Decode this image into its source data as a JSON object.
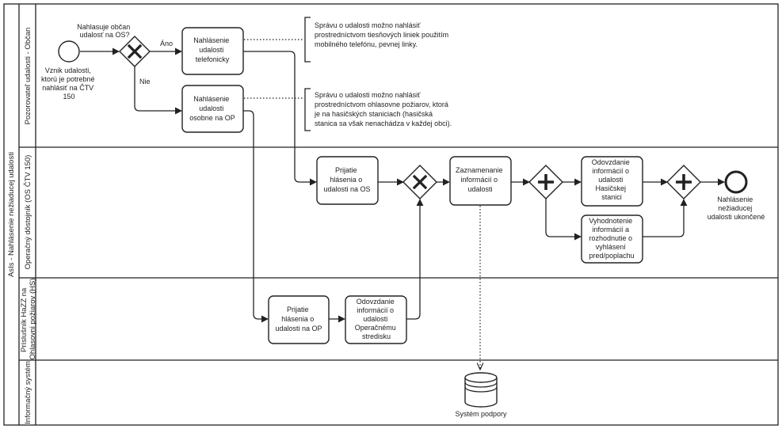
{
  "pool": {
    "label": "AsIs - Nahlásenie nežiaducej udalosti"
  },
  "lanes": [
    {
      "label": "Pozorovateľ udalosti - Občan"
    },
    {
      "label": "Operačný dôstojník (OS ČTV 150)"
    },
    {
      "label": [
        "Príslušník HaZZ na",
        "Ohlasovni požiarov (HS)"
      ]
    },
    {
      "label": "Informačný systém"
    }
  ],
  "events": {
    "start": {
      "label": [
        "Vznik udalosti,",
        "ktorú je potrebné",
        "nahlásiť na ČTV",
        "150"
      ]
    },
    "end": {
      "label": [
        "Nahlásenie",
        "nežiaducej",
        "udalosti ukončené"
      ]
    }
  },
  "gateways": {
    "decision": {
      "question": [
        "Nahlasuje občan",
        "udalosť na OS?"
      ],
      "yes": "Áno",
      "no": "Nie"
    }
  },
  "tasks": {
    "phone": [
      "Nahlásenie",
      "udalosti",
      "telefonicky"
    ],
    "person": [
      "Nahlásenie",
      "udalosti",
      "osobne na OP"
    ],
    "receive_os": [
      "Prijatie",
      "hlásenia o",
      "udalosti na OS"
    ],
    "record": [
      "Zaznamenanie",
      "informácií o",
      "udalosti"
    ],
    "handover_hs": [
      "Odovzdanie",
      "informácií o",
      "udalosti",
      "Hasičskej",
      "stanici"
    ],
    "evaluate": [
      "Vyhodnotenie",
      "informácií a",
      "rozhodnutie o",
      "vyhlásení",
      "pred/poplachu"
    ],
    "receive_op": [
      "Prijatie",
      "hlásenia o",
      "udalosti na OP"
    ],
    "handover_os": [
      "Odovzdanie",
      "informácií o",
      "udalosti",
      "Operačnému",
      "stredisku"
    ]
  },
  "annotations": {
    "phone_note": [
      "Správu o udalosti možno nahlásiť",
      "prostredníctvom tiesňových liniek použitím",
      "mobilného telefónu, pevnej linky."
    ],
    "person_note": [
      "Správu o udalosti možno nahlásiť",
      "prostredníctvom ohlasovne požiarov, ktorá",
      "je na hasičských staniciach (hasičská",
      "stanica sa však nenachádza v každej obci)."
    ]
  },
  "datastore": {
    "label": "Systém podpory"
  },
  "colors": {
    "stroke": "#222222",
    "background": "#ffffff"
  }
}
